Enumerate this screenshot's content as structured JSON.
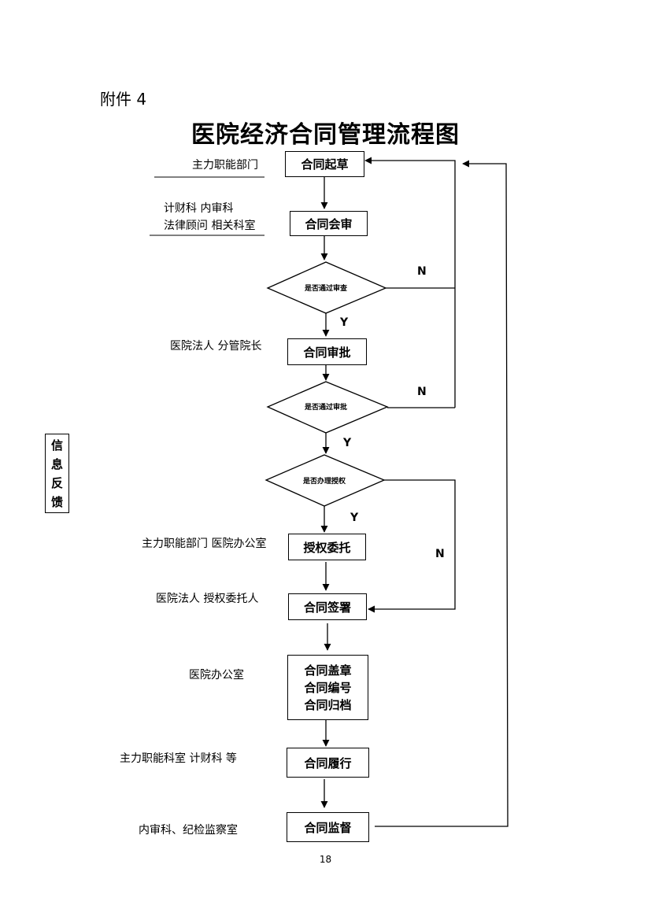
{
  "document": {
    "annex_label": "附件 4",
    "title": "医院经济合同管理流程图",
    "page_number": "18"
  },
  "feedback": [
    "信",
    "息",
    "反",
    "馈"
  ],
  "steps": {
    "draft": "合同起草",
    "review": "合同会审",
    "approve": "合同审批",
    "authorize": "授权委托",
    "sign": "合同签署",
    "archive": [
      "合同盖章",
      "合同编号",
      "合同归档"
    ],
    "perform": "合同履行",
    "supervise": "合同监督"
  },
  "decisions": {
    "review_passed": "是否通过审查",
    "approval_passed": "是否通过审批",
    "need_authorization": "是否办理授权"
  },
  "responsible": {
    "draft": "主力职能部门",
    "review_line1": "计财科 内审科",
    "review_line2": "法律顾问 相关科室",
    "approve": "医院法人 分管院长",
    "authorize": "主力职能部门 医院办公室",
    "sign": "医院法人 授权委托人",
    "archive": "医院办公室",
    "perform": "主力职能科室 计财科 等",
    "supervise": "内审科、纪检监察室"
  },
  "branch_labels": {
    "n1": "N",
    "y1": "Y",
    "n2": "N",
    "y2": "Y",
    "y3": "Y",
    "n3": "N"
  }
}
